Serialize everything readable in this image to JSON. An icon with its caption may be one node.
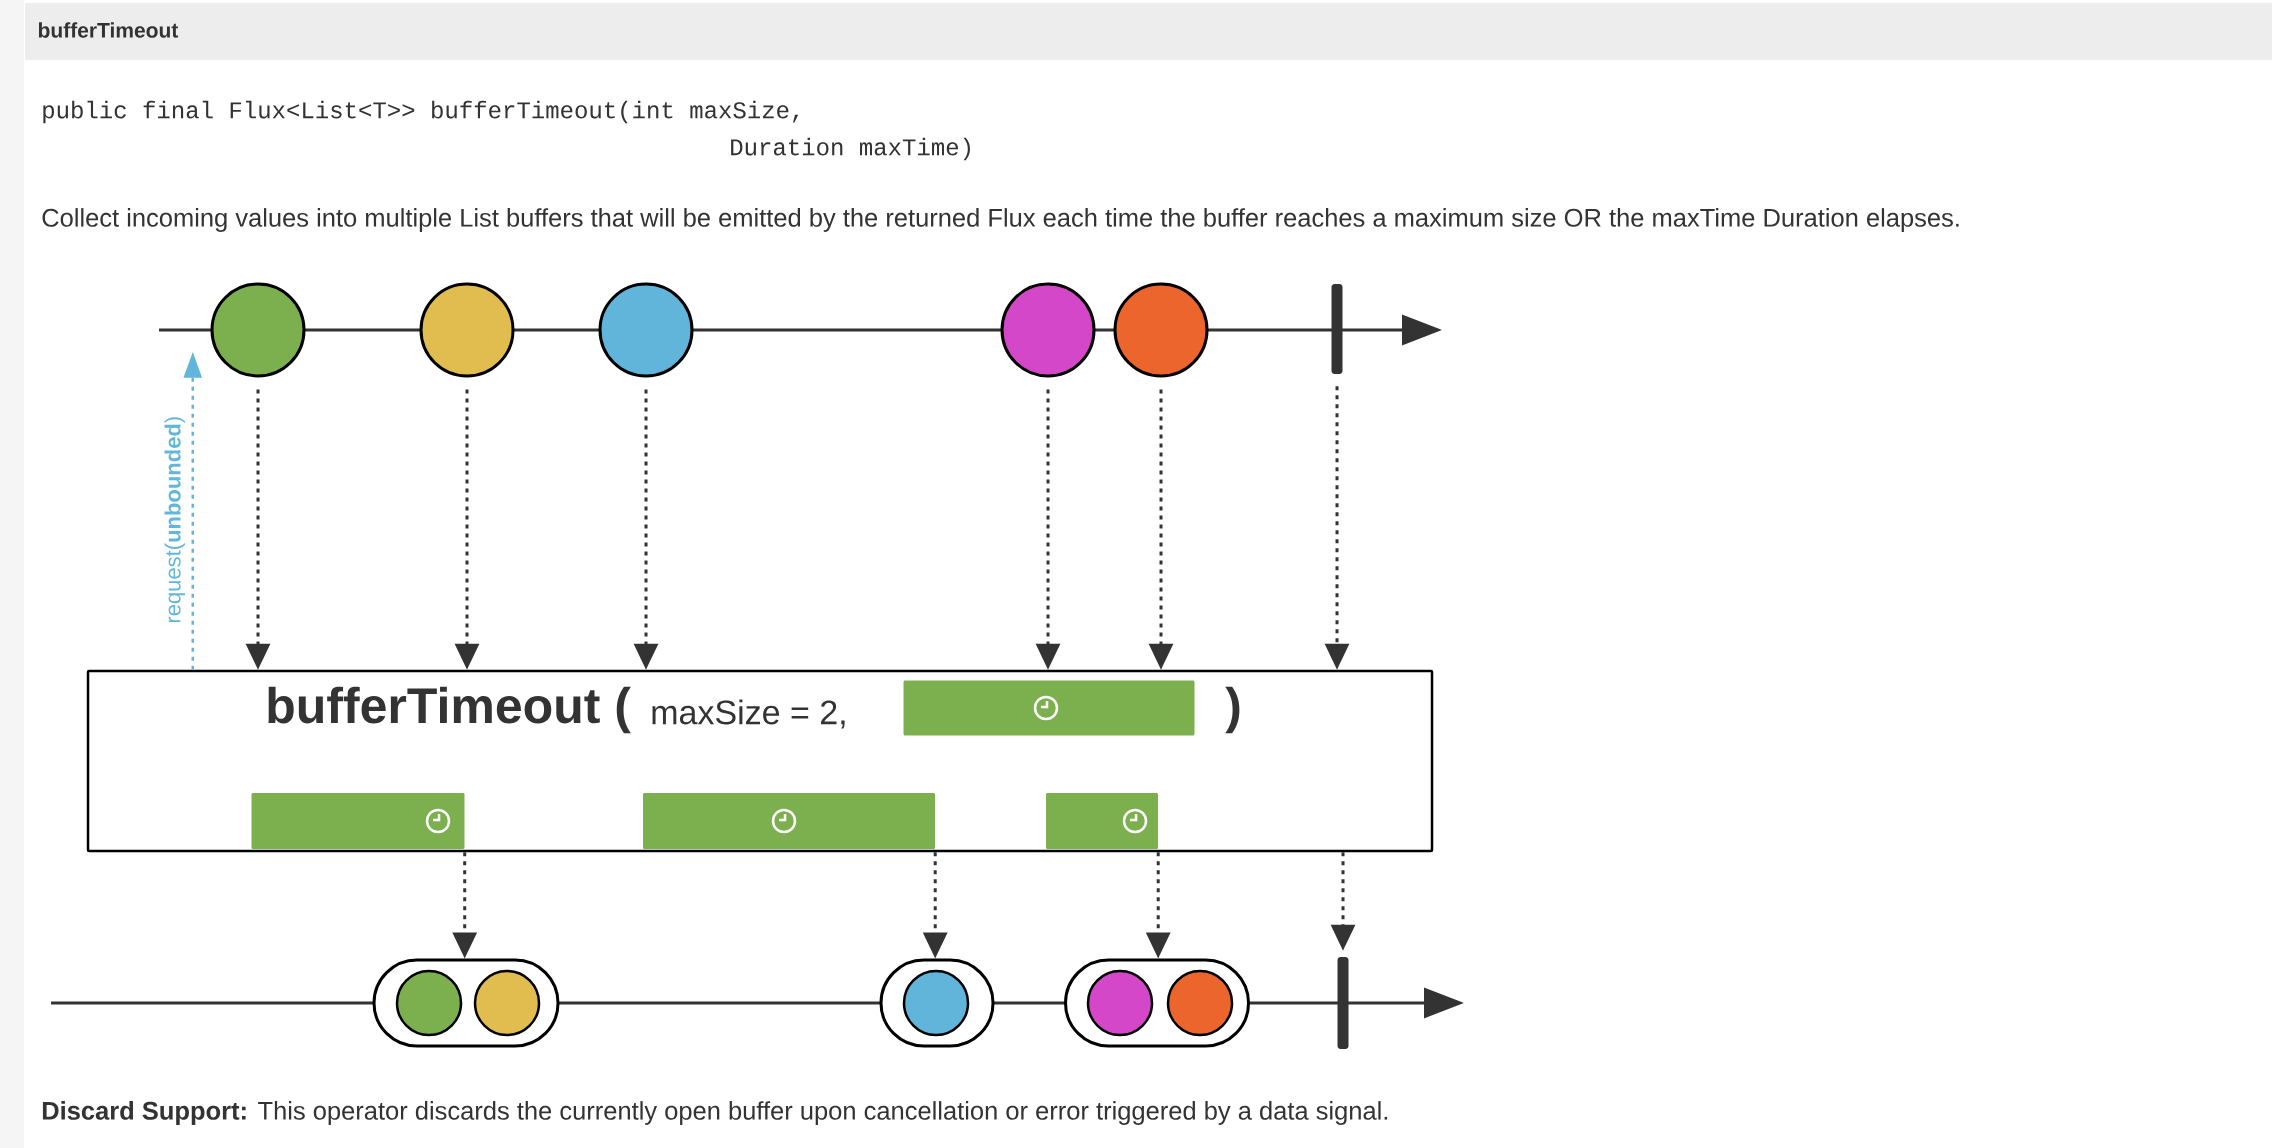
{
  "diagram": {
    "title": "bufferTimeout",
    "nodes": [
      {
        "text": [],
        "shape": "circle"
      },
      {
        "text": [],
        "shape": "circle"
      },
      {
        "text": [],
        "shape": "circle"
      },
      {
        "text": [],
        "shape": "circle"
      },
      {
        "text": [],
        "shape": "circle"
      },
      {
        "text": [],
        "shape": "bar"
      },
      {
        "text": [
          "bufferTimeout (",
          "maxSize = 2,",
          ")"
        ]
      },
      {
        "text": [],
        "shape": "bar",
        "in": 6
      },
      {
        "text": [],
        "shape": "bar",
        "in": 6
      },
      {
        "text": [],
        "shape": "bar",
        "in": 6
      },
      {
        "text": [],
        "shape": "bar",
        "in": 6
      },
      {
        "text": [],
        "shape": "box"
      },
      {
        "text": [],
        "shape": "circle",
        "in": 11
      },
      {
        "text": [],
        "shape": "circle",
        "in": 11
      },
      {
        "text": [],
        "shape": "box"
      },
      {
        "text": [],
        "shape": "circle",
        "in": 14
      },
      {
        "text": [],
        "shape": "box"
      },
      {
        "text": [],
        "shape": "circle",
        "in": 16
      },
      {
        "text": [],
        "shape": "circle",
        "in": 16
      },
      {
        "text": [],
        "shape": "bar"
      }
    ],
    "edges": [
      {
        "from": 0,
        "to": 6,
        "arrow": "to",
        "style": "dashed"
      },
      {
        "from": 1,
        "to": 6,
        "arrow": "to",
        "style": "dashed"
      },
      {
        "from": 2,
        "to": 6,
        "arrow": "to",
        "style": "dashed"
      },
      {
        "from": 3,
        "to": 6,
        "arrow": "to",
        "style": "dashed"
      },
      {
        "from": 4,
        "to": 6,
        "arrow": "to",
        "style": "dashed"
      },
      {
        "from": 5,
        "to": 6,
        "arrow": "to",
        "style": "dashed"
      },
      {
        "from": 6,
        "to": 0,
        "arrow": "to",
        "style": "dashed",
        "color": "#62b6dc",
        "label": "request(**unbounded**)"
      },
      {
        "from": 8,
        "to": 11,
        "arrow": "to",
        "style": "dashed"
      },
      {
        "from": 9,
        "to": 14,
        "arrow": "to",
        "style": "dashed"
      },
      {
        "from": 10,
        "to": 16,
        "arrow": "to",
        "style": "dashed"
      },
      {
        "from": 6,
        "to": 19,
        "arrow": "to",
        "style": "dashed"
      }
    ],
    "labels": [
      "public final Flux<List<T>> bufferTimeout(int maxSize,",
      "Duration maxTime)",
      "Collect incoming values into multiple List buffers that will be emitted by the returned Flux each time the buffer reaches a maximum size OR the maxTime Duration elapses.",
      "**Discard Support:** This operator discards the currently open buffer upon cancellation or error triggered by a data signal."
    ]
  }
}
